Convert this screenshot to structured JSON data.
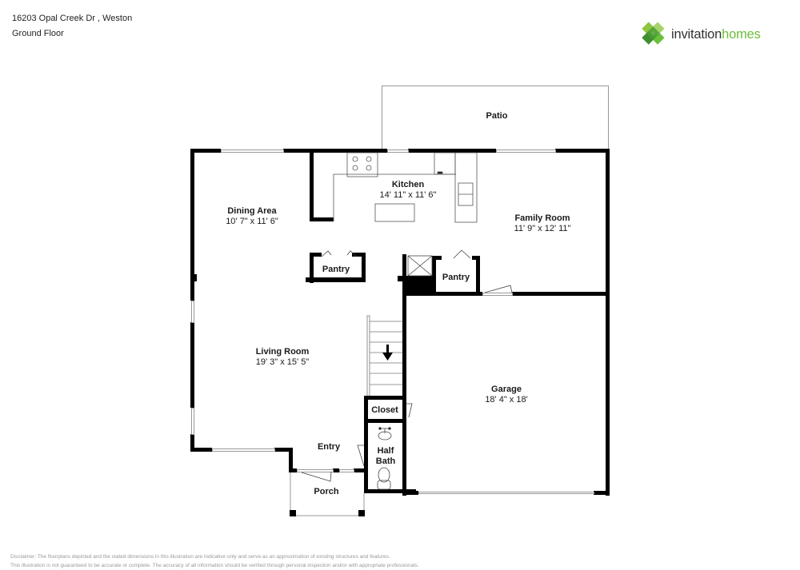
{
  "header": {
    "address": "16203 Opal Creek Dr , Weston",
    "floor": "Ground Floor"
  },
  "brand": {
    "name_part1": "invitation",
    "name_part2": "homes",
    "icon": "clover-diamond-logo-icon",
    "colors": {
      "dark": "#333333",
      "green": "#6cbf3a",
      "green_dark": "#3f8f2f"
    }
  },
  "rooms": [
    {
      "id": "patio",
      "name": "Patio",
      "dims": ""
    },
    {
      "id": "kitchen",
      "name": "Kitchen",
      "dims": "14' 11\" x 11' 6\""
    },
    {
      "id": "dining",
      "name": "Dining Area",
      "dims": "10' 7\" x 11' 6\""
    },
    {
      "id": "family",
      "name": "Family Room",
      "dims": "11' 9\" x 12' 11\""
    },
    {
      "id": "pantry1",
      "name": "Pantry",
      "dims": ""
    },
    {
      "id": "pantry2",
      "name": "Pantry",
      "dims": ""
    },
    {
      "id": "living",
      "name": "Living Room",
      "dims": "19' 3\" x 15' 5\""
    },
    {
      "id": "garage",
      "name": "Garage",
      "dims": "18' 4\" x 18'"
    },
    {
      "id": "closet",
      "name": "Closet",
      "dims": ""
    },
    {
      "id": "entry",
      "name": "Entry",
      "dims": ""
    },
    {
      "id": "halfbath_line1",
      "name": "Half",
      "dims": ""
    },
    {
      "id": "halfbath_line2",
      "name": "Bath",
      "dims": ""
    },
    {
      "id": "porch",
      "name": "Porch",
      "dims": ""
    }
  ],
  "disclaimer": {
    "line1": "Disclaimer: The floorplans depicted and the stated dimensions in this illustration are indicative only and serve as an approximation of existing structures and features.",
    "line2": "This illustration is not guaranteed to be accurate or complete. The accuracy of all information should be verified through personal inspection and/or with appropriate professionals."
  },
  "colors": {
    "wall": "#000000",
    "window": "#9a9a9a",
    "fixture": "#555555"
  }
}
